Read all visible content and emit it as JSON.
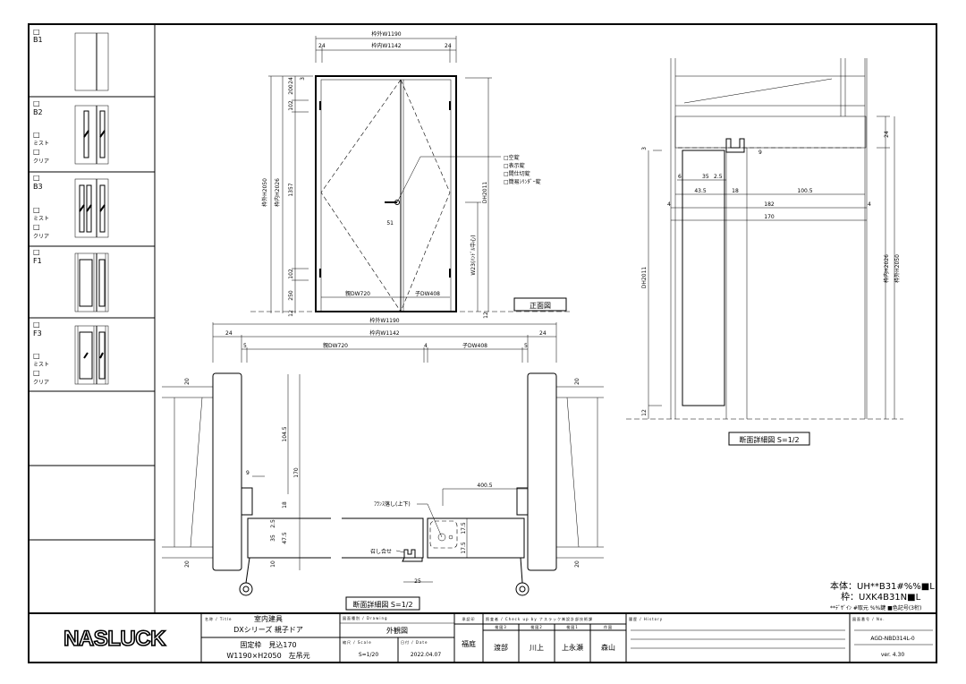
{
  "sidebar": {
    "items": [
      {
        "code": "B1",
        "options": []
      },
      {
        "code": "B2",
        "options": [
          "ミスト",
          "クリア"
        ]
      },
      {
        "code": "B3",
        "options": [
          "ミスト",
          "クリア"
        ]
      },
      {
        "code": "F1",
        "options": []
      },
      {
        "code": "F3",
        "options": [
          "ミスト",
          "クリア"
        ]
      }
    ],
    "checkbox_glyph": "□"
  },
  "front_view": {
    "title": "正面図",
    "frame_outer_w": "枠外W1190",
    "frame_inner_w": "枠内W1142",
    "side_24": "24",
    "frame_outer_h": "枠外H2050",
    "frame_inner_h": "枠内H2026",
    "v_dims": [
      "24",
      "3",
      "200",
      "102",
      "1357",
      "102",
      "250",
      "12"
    ],
    "dh": "DH2011",
    "handle_height": "W23(ﾊﾝﾄﾞﾙ中心)",
    "parent_dw": "親DW720",
    "child_dw": "子DW408",
    "handle_offset": "51",
    "floor_12": "12",
    "lock_options": [
      "□空錠",
      "□表示錠",
      "□間仕切錠",
      "□簡易ｼﾘﾝﾀﾞｰ錠"
    ]
  },
  "plan_section": {
    "title": "断面詳細図 S=1/2",
    "outer_w": "枠外W1190",
    "inner_w": "枠内W1142",
    "side_24": "24",
    "gap_5": "5",
    "gap_4": "4",
    "parent_dw": "親DW720",
    "child_dw": "子DW408",
    "dims": {
      "d104_5": "104.5",
      "d170": "170",
      "d9": "9",
      "d18": "18",
      "d2_5": "2.5",
      "d35": "35",
      "d47_5": "47.5",
      "d10": "10",
      "d400_5": "400.5",
      "d17_5": "17.5",
      "d25": "25",
      "d20": "20"
    },
    "flush_bolt": "ﾌﾗﾝｽ落し(上下)",
    "meeting": "召し合せ"
  },
  "side_section": {
    "title": "断面詳細図 S=1/2",
    "dims": {
      "d6": "6",
      "d35": "35",
      "d2_5": "2.5",
      "d43_5": "43.5",
      "d18": "18",
      "d100_5": "100.5",
      "d4": "4",
      "d182": "182",
      "d170": "170",
      "d24": "24",
      "d3": "3",
      "d9": "9",
      "d12": "12"
    },
    "dh": "DH2011",
    "inner_h": "枠内H2026",
    "outer_h": "枠外H2050"
  },
  "notes": {
    "body": "本体：UH**B31#%%■L",
    "frame": "枠：UXK4B31N■L",
    "legend": "**ﾃﾞｻﾞｲﾝ #取元 %%鍵 ■色記号(3桁)"
  },
  "title_block": {
    "logo": "NASLUCK",
    "title_label": "名称 / Title",
    "title_line1": "室内建具",
    "title_line2": "DXシリーズ 親子ドア",
    "title_line3": "固定枠　見込170",
    "title_line4": "W1190×H2050　左吊元",
    "drawing_label": "図面種別 / Drawing",
    "drawing": "外観図",
    "scale_label": "縮尺 / Scale",
    "scale": "S=1/20",
    "date_label": "日付 / Date",
    "date": "2022.04.07",
    "approval_label": "承認印",
    "approval": "福庭",
    "check_label": "照査者 / Check up by ナスラック㈱設計部技術課",
    "checkers": [
      {
        "role": "検図3",
        "name": "渡部"
      },
      {
        "role": "検図2",
        "name": "川上"
      },
      {
        "role": "検図1",
        "name": "上永瀬"
      },
      {
        "role": "作図",
        "name": "森山"
      }
    ],
    "history_label": "履歴 / History",
    "number_label": "図面番号 / No.",
    "number": "AGD-NBD314L-0",
    "version": "ver. 4.30"
  }
}
